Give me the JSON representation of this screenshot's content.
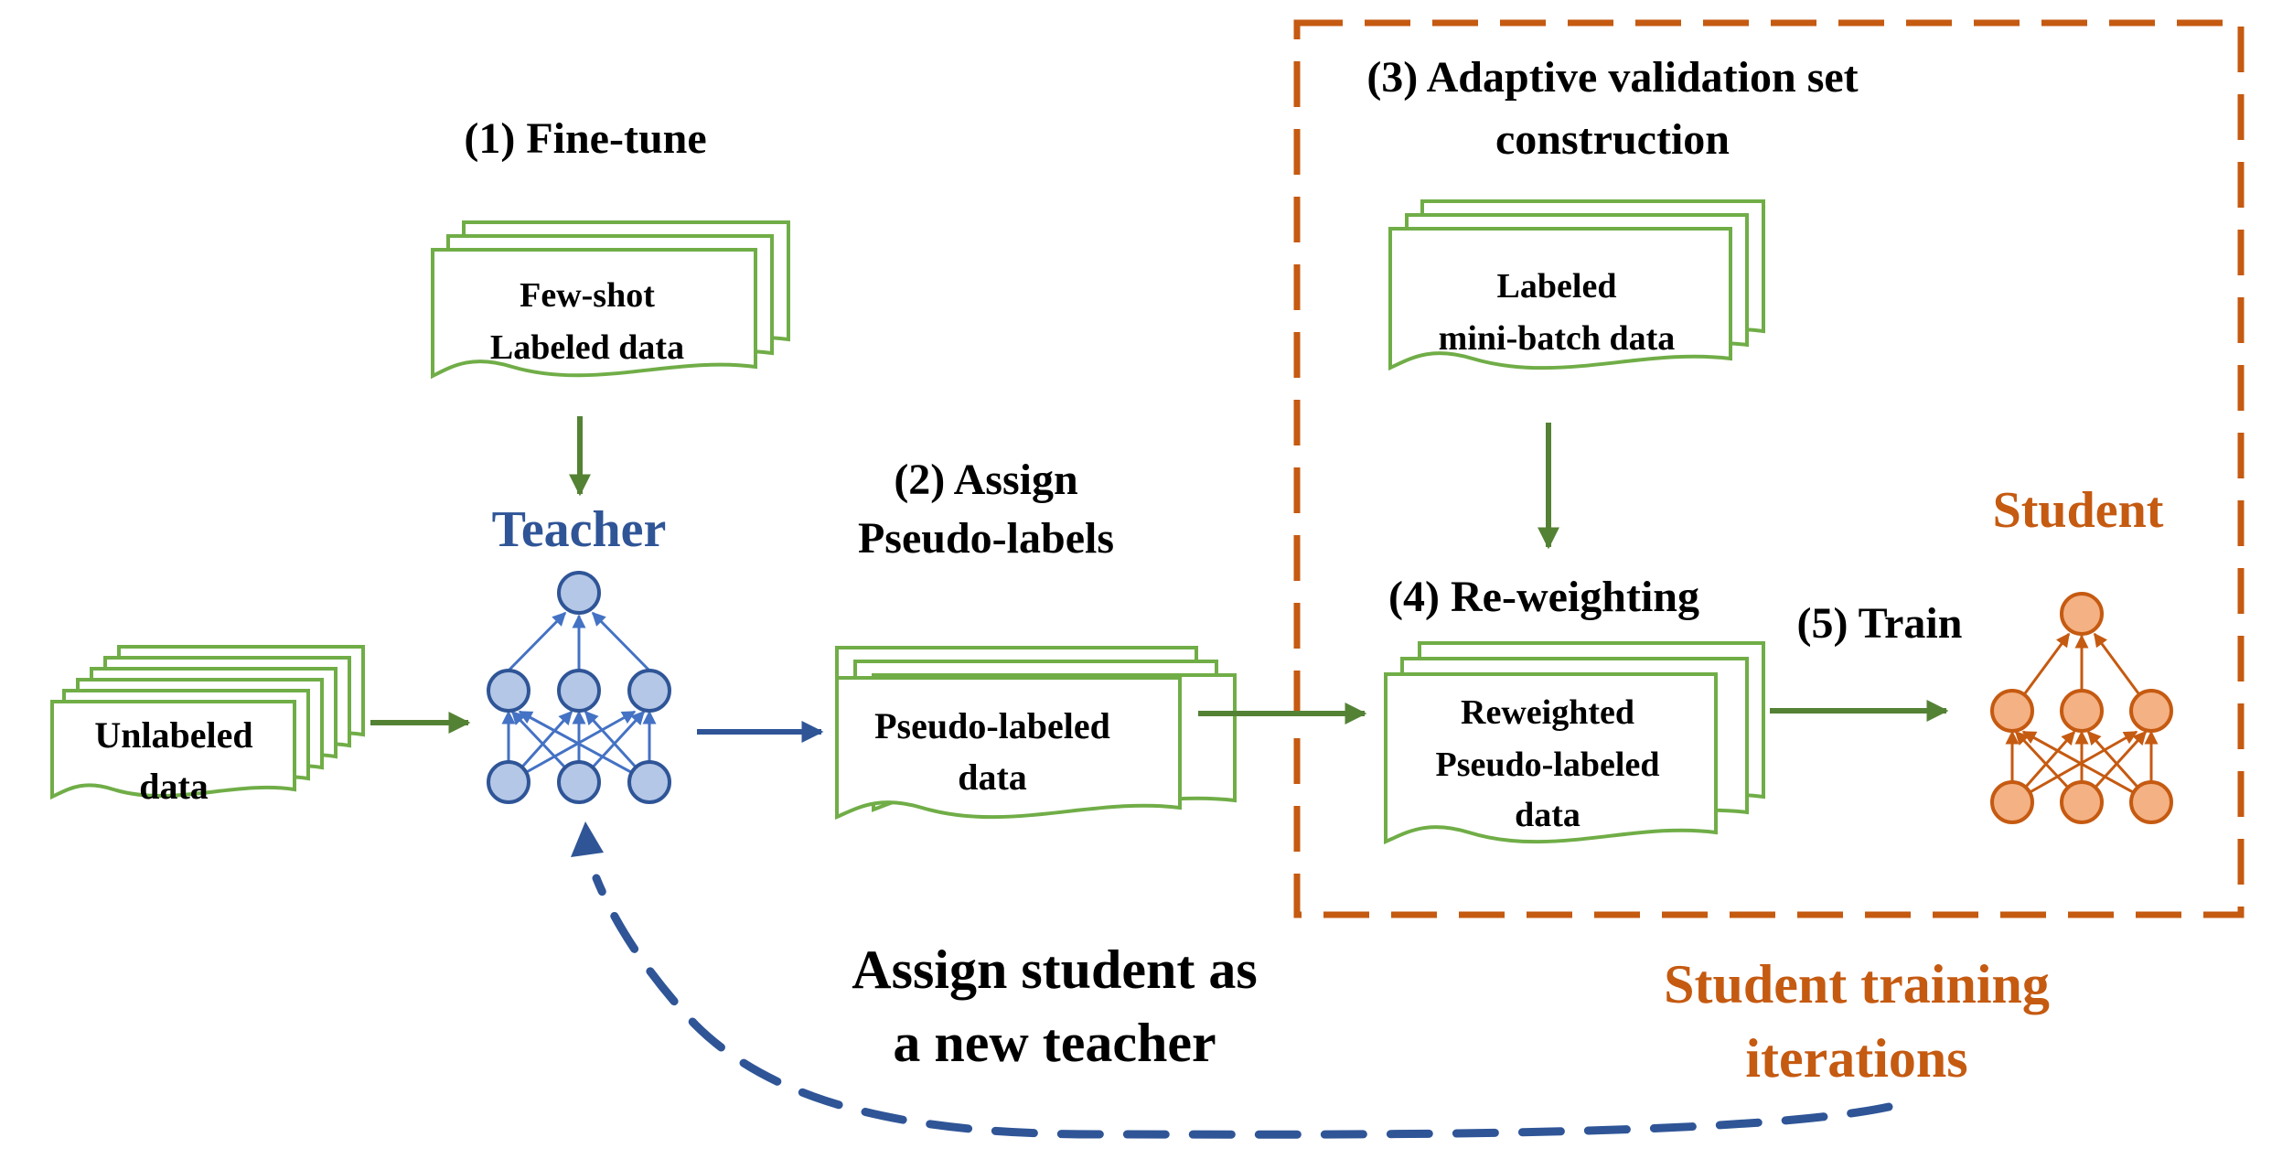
{
  "colors": {
    "green": "#70ad47",
    "dark_green": "#548235",
    "blue": "#2f5597",
    "blue_light": "#4472c4",
    "blue_fill": "#b4c7e7",
    "orange": "#c55a11",
    "orange_fill": "#f4b183",
    "black": "#000000"
  },
  "steps": {
    "fine_tune": "(1) Fine-tune",
    "assign_line1": "(2) Assign",
    "assign_line2": "Pseudo-labels",
    "adaptive_line1": "(3) Adaptive validation set",
    "adaptive_line2": "construction",
    "reweighting": "(4) Re-weighting",
    "train": "(5) Train"
  },
  "models": {
    "teacher": "Teacher",
    "student": "Student"
  },
  "docs": {
    "fewshot_line1": "Few-shot",
    "fewshot_line2": "Labeled data",
    "unlabeled_line1": "Unlabeled",
    "unlabeled_line2": "data",
    "pseudo_line1": "Pseudo-labeled",
    "pseudo_line2": "data",
    "labeled_line1": "Labeled",
    "labeled_line2": "mini-batch data",
    "reweighted_line1": "Reweighted",
    "reweighted_line2": "Pseudo-labeled",
    "reweighted_line3": "data"
  },
  "feedback": {
    "line1": "Assign student as",
    "line2": "a new teacher"
  },
  "loop": {
    "line1": "Student training",
    "line2": "iterations"
  }
}
